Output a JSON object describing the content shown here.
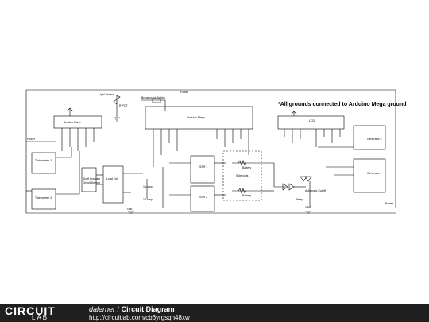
{
  "note": "*All grounds connected to Arduino Mega ground",
  "labels": {
    "lightsensor": "Light Sensor",
    "rpot": "R POT",
    "breadboard_switch": "Breadboard Switch",
    "power": "Power",
    "arduino_nano": "Arduino Nano",
    "arduino_mega": "Arduino Mega",
    "lcd": "LCD",
    "tachometer1": "Tachometer 1",
    "tachometer2": "Tachometer 2",
    "shaft_encoder": "Shaft Encoder",
    "circuit_sensor": "Circuit Sensor",
    "load_cell": "Load Cell",
    "ssr1": "SSR 1",
    "ssr2": "SSR 2",
    "solenoids": "Solenoids",
    "battery1": "Battery",
    "battery2": "Battery",
    "generator1": "Generator 1",
    "generator2": "Generator 2",
    "automatic_cutoff": "Automatic Cutoff",
    "lamp1": "1 Lamp",
    "lamp2": "1 Lamp",
    "relay": "Relay",
    "gnd": "GND"
  },
  "footer": {
    "logo_main": "CIRCUIT",
    "logo_sub": "LAB",
    "author": "dalerner",
    "separator": "/",
    "title": "Circuit Diagram",
    "url": "http://circuitlab.com/cb6yrgsqh48xw"
  }
}
